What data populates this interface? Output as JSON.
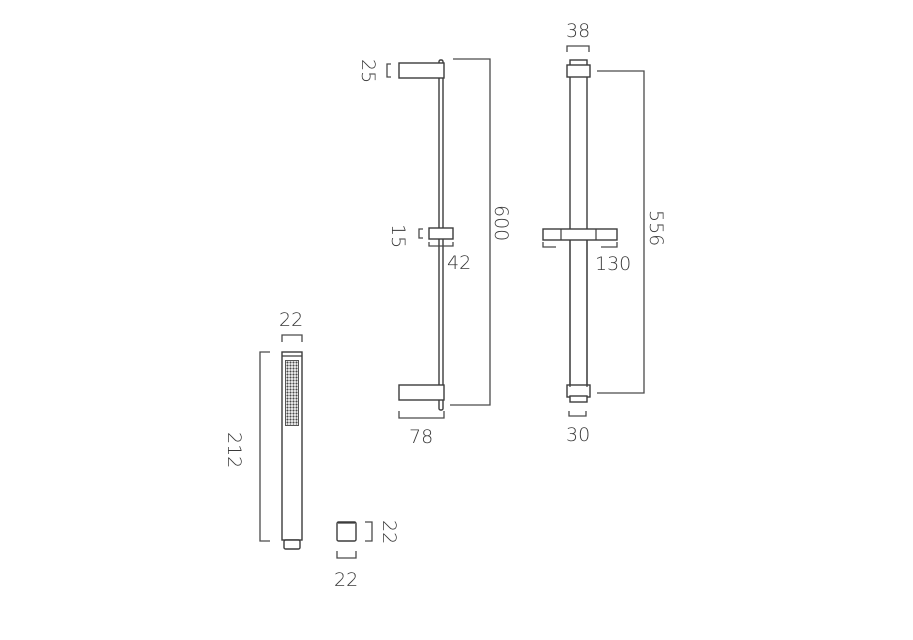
{
  "diagram": {
    "type": "technical-dimension-drawing",
    "units": "mm",
    "colors": {
      "line": "#3c3c3c",
      "text": "#3a3a3a",
      "background": "#ffffff"
    },
    "side_view_riser": {
      "labels": {
        "top_bracket_height": "25",
        "slider_height": "15",
        "slider_depth": "42",
        "overall_height": "600",
        "bottom_bracket_depth": "78"
      }
    },
    "front_view_riser": {
      "labels": {
        "top_width": "38",
        "slider_width": "130",
        "centres_height": "556",
        "bottom_width": "30"
      }
    },
    "handset": {
      "labels": {
        "head_width": "22",
        "length": "212"
      }
    },
    "outlet": {
      "labels": {
        "height": "22",
        "width": "22"
      }
    }
  }
}
